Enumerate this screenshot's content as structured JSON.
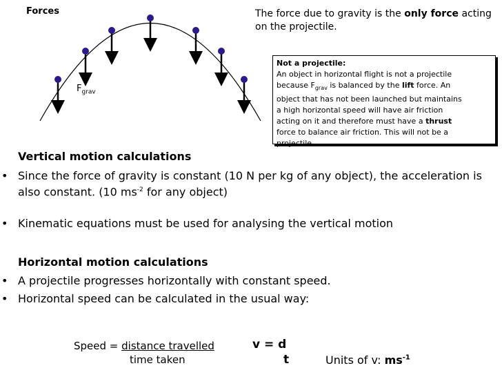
{
  "forces_title": "Forces",
  "gravity_note": {
    "text_before": "The force due to gravity is the ",
    "bold": "only force",
    "text_after": " acting on the projectile."
  },
  "fgrav_label": {
    "main": "F",
    "sub": "grav"
  },
  "info_box": {
    "title": "Not a projectile:",
    "line1": "An object in horizontal flight is not a projectile",
    "line2_a": "because F",
    "line2_sub": "grav",
    "line2_b": " is balanced by the ",
    "line2_bold": "lift",
    "line2_c": " force. An",
    "line3": "object that has not been launched but maintains",
    "line4": "a high horizontal speed will have air friction",
    "line5_a": "acting on it and therefore must have a ",
    "line5_bold": "thrust",
    "line6": "force to balance air friction. This will not be a",
    "line7": "projectile."
  },
  "vertical": {
    "heading": "Vertical motion calculations",
    "bullet1_line1": "Since the force of gravity is constant (10 N per kg of any object), the acceleration is",
    "bullet1_line2_a": "also constant. (10 ms",
    "bullet1_sup": "-2",
    "bullet1_line2_b": " for any object)",
    "bullet2": "Kinematic equations must be used for analysing the vertical motion"
  },
  "horizontal": {
    "heading": "Horizontal motion calculations",
    "bullet1": "A projectile progresses horizontally with constant speed.",
    "bullet2": "Horizontal speed can be calculated in the usual way:"
  },
  "formula": {
    "speed_label": "Speed = ",
    "numerator": "distance travelled",
    "denominator": "time taken",
    "v_eq": "v = ",
    "d": "d",
    "t": "t",
    "units_label": "Units of v: ",
    "units_value": "ms",
    "units_sup": "-1"
  },
  "bullet_glyph": "•",
  "colors": {
    "ball": "#2a1a8a",
    "arrow": "#000000"
  }
}
